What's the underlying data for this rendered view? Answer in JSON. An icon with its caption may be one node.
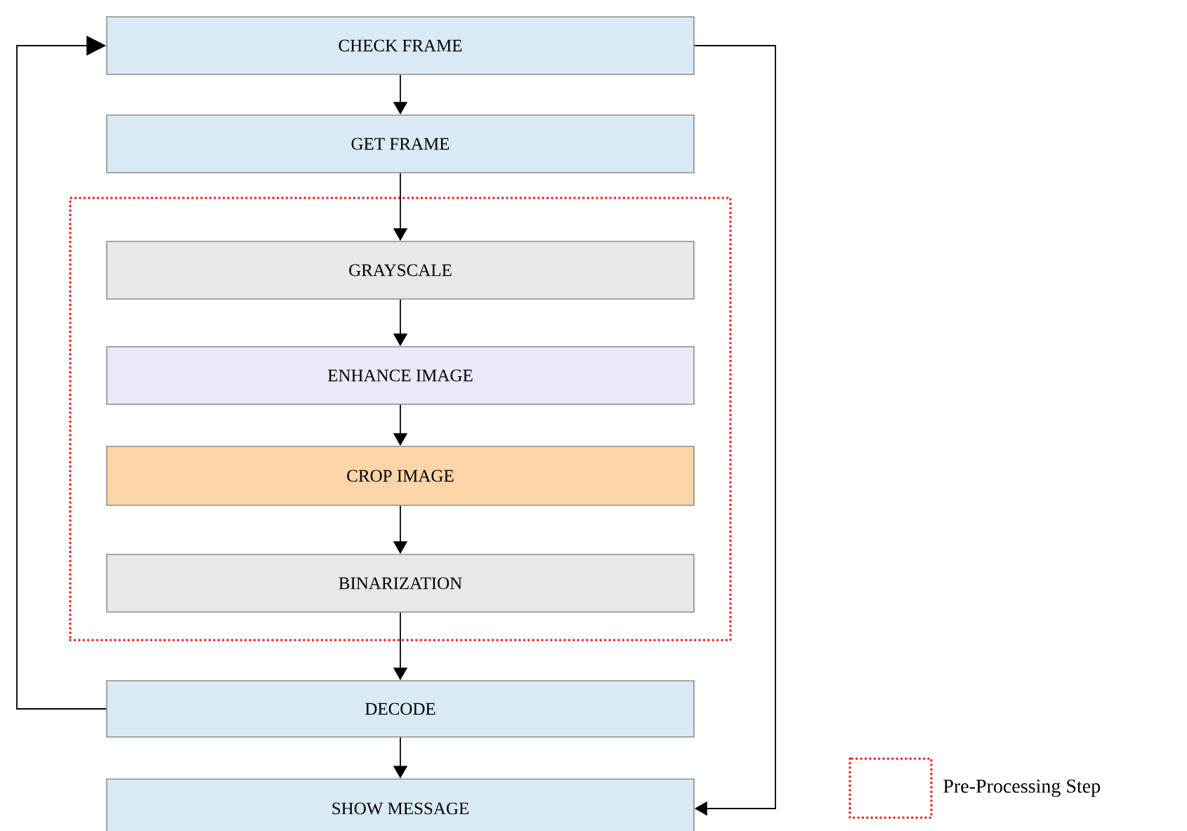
{
  "diagram": {
    "nodes": [
      {
        "text": [
          "CHECK FRAME"
        ]
      },
      {
        "text": [
          "GET FRAME"
        ]
      },
      {
        "text": [],
        "shape": "box"
      },
      {
        "text": [
          "GRAYSCALE"
        ],
        "in": 2
      },
      {
        "text": [
          "ENHANCE IMAGE"
        ],
        "in": 2
      },
      {
        "text": [
          "CROP IMAGE"
        ],
        "in": 2
      },
      {
        "text": [
          "BINARIZATION"
        ],
        "in": 2
      },
      {
        "text": [
          "DECODE"
        ]
      },
      {
        "text": [
          "SHOW MESSAGE"
        ]
      }
    ],
    "edges": [
      {
        "from": 0,
        "to": 1,
        "arrow": "to"
      },
      {
        "from": 1,
        "to": 3,
        "arrow": "to"
      },
      {
        "from": 3,
        "to": 4,
        "arrow": "to"
      },
      {
        "from": 4,
        "to": 5,
        "arrow": "to"
      },
      {
        "from": 5,
        "to": 6,
        "arrow": "to"
      },
      {
        "from": 6,
        "to": 7,
        "arrow": "to"
      },
      {
        "from": 7,
        "to": 8,
        "arrow": "to"
      },
      {
        "from": 7,
        "to": 0,
        "arrow": "to"
      },
      {
        "from": 0,
        "to": 8,
        "arrow": "to"
      }
    ],
    "legend": [
      {
        "text": "Pre-Processing Step"
      }
    ]
  }
}
